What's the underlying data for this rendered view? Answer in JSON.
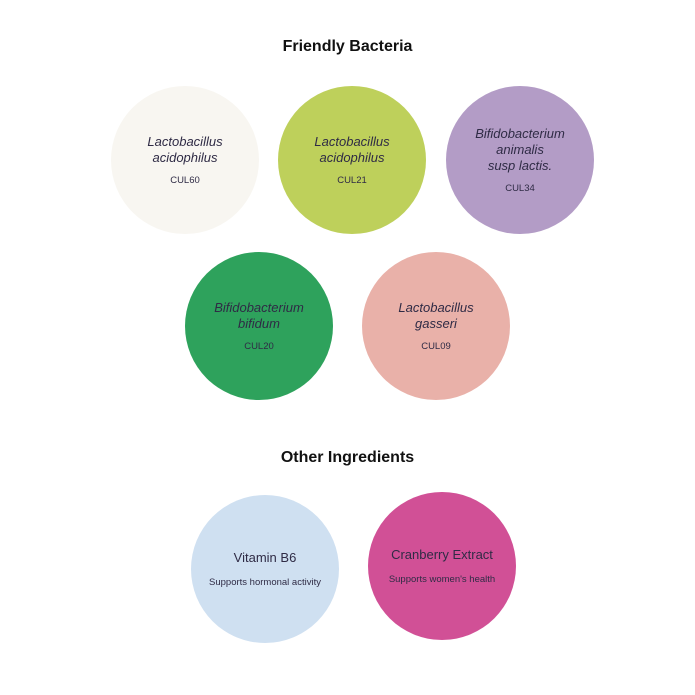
{
  "friendly_bacteria": {
    "title": "Friendly Bacteria",
    "items": [
      {
        "species": "Lactobacillus\nacidophilus",
        "code": "CUL60",
        "color": "#f8f6f1"
      },
      {
        "species": "Lactobacillus\nacidophilus",
        "code": "CUL21",
        "color": "#bed05b"
      },
      {
        "species": "Bifidobacterium\nanimalis\nsusp lactis.",
        "code": "CUL34",
        "color": "#b39cc6"
      },
      {
        "species": "Bifidobacterium\nbifidum",
        "code": "CUL20",
        "color": "#2ea25c"
      },
      {
        "species": "Lactobacillus\ngasseri",
        "code": "CUL09",
        "color": "#e9b1a9"
      }
    ]
  },
  "other_ingredients": {
    "title": "Other Ingredients",
    "items": [
      {
        "name": "Vitamin B6",
        "description": "Supports hormonal activity",
        "color": "#cfe0f1"
      },
      {
        "name": "Cranberry Extract",
        "description": "Supports women's health",
        "color": "#d15096"
      }
    ]
  }
}
